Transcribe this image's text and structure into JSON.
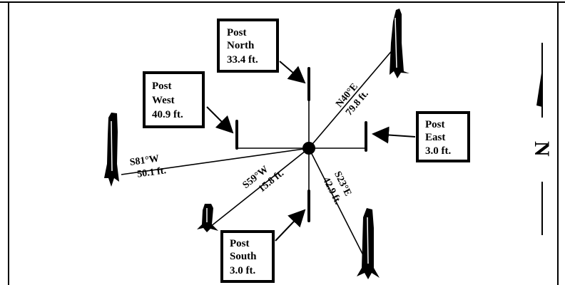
{
  "colors": {
    "ink": "#000000",
    "paper": "#ffffff"
  },
  "center_marker": "center-point",
  "post_labels": {
    "north": {
      "line1": "Post",
      "line2": "North",
      "line3": "33.4 ft."
    },
    "west": {
      "line1": "Post",
      "line2": "West",
      "line3": "40.9 ft."
    },
    "east": {
      "line1": "Post",
      "line2": "East",
      "line3": "3.0 ft."
    },
    "south": {
      "line1": "Post",
      "line2": "South",
      "line3": "3.0 ft."
    }
  },
  "bearing_lines": {
    "ne": {
      "bearing": "N40°E",
      "distance": "79.8 ft."
    },
    "w": {
      "bearing": "S81°W",
      "distance": "50.1 ft."
    },
    "sw": {
      "bearing": "S59°W",
      "distance": "15.8 ft."
    },
    "se": {
      "bearing": "S23°E",
      "distance": "42.9 ft."
    }
  },
  "north_arrow": {
    "letter": "N"
  },
  "icons": {
    "tree": "tree-stump-icon",
    "post": "post-marker-icon",
    "pointer": "pointer-arrow-icon"
  }
}
